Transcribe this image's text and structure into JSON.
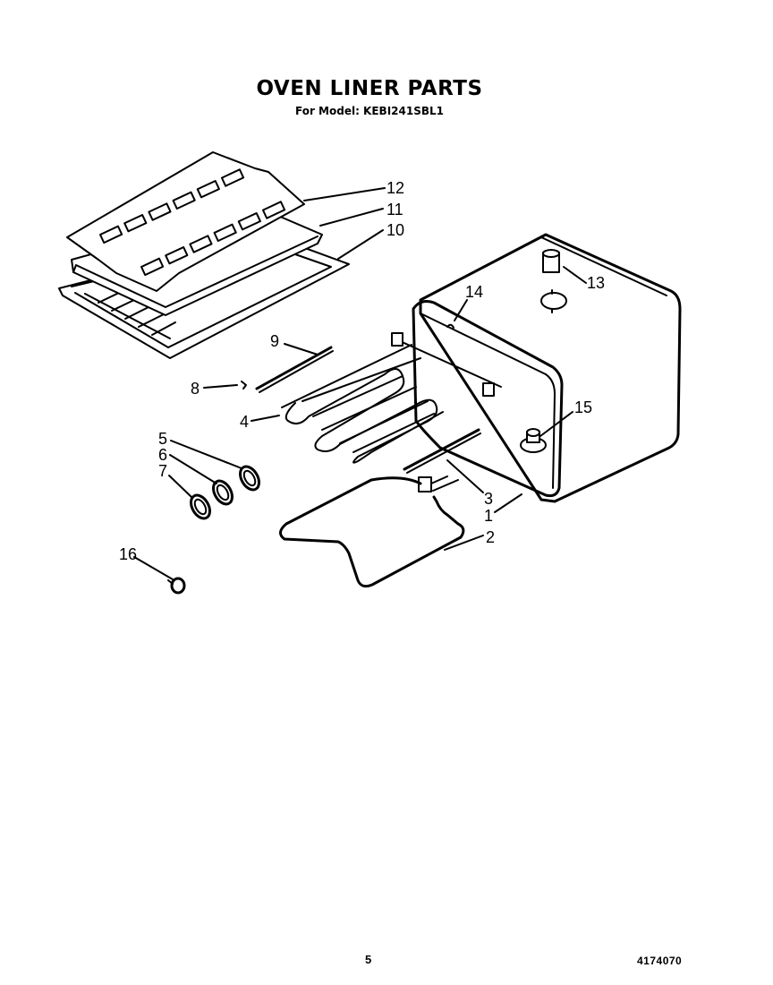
{
  "title": "OVEN LINER PARTS",
  "subtitle": "For Model: KEBI241SBL1",
  "callouts": [
    "1",
    "2",
    "3",
    "4",
    "5",
    "6",
    "7",
    "8",
    "9",
    "10",
    "11",
    "12",
    "13",
    "14",
    "15",
    "16"
  ],
  "footer": {
    "page_number": "5",
    "document_code": "4174070"
  }
}
